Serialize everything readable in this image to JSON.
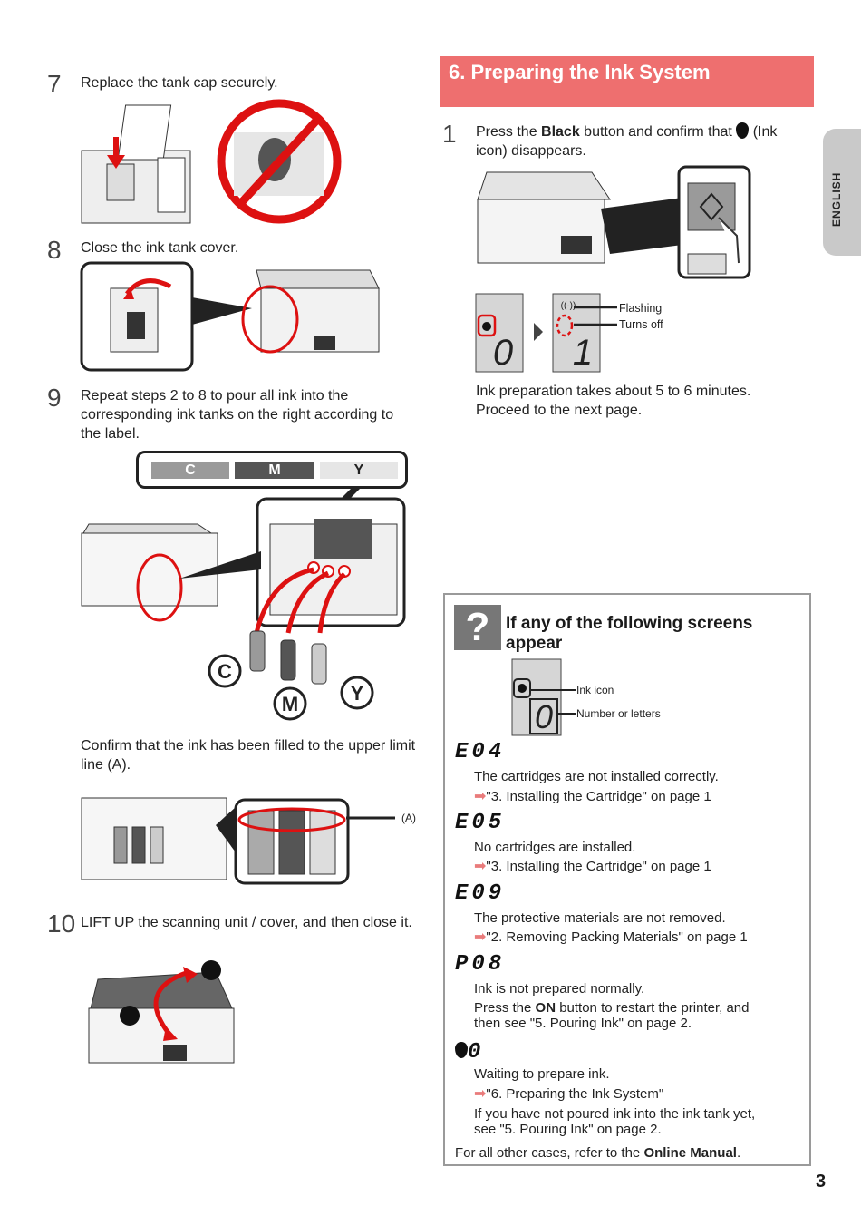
{
  "steps_left": {
    "s7": {
      "num": "7",
      "text": "Replace the tank cap securely."
    },
    "s8": {
      "num": "8",
      "text": "Close the ink tank cover."
    },
    "s9": {
      "num": "9",
      "text": "Repeat steps 2 to 8 to pour all ink into the corresponding ink tanks on the right according to the label."
    },
    "confirm": "Confirm that the ink has been filled to the upper limit line (A).",
    "s10": {
      "num": "10",
      "text": "LIFT UP the scanning unit / cover, and then close it."
    }
  },
  "ink_label": {
    "c": "C",
    "m": "M",
    "y": "Y"
  },
  "bottles": {
    "c": "C",
    "m": "M",
    "y": "Y"
  },
  "limit_label": "(A)",
  "section": {
    "title": "6. Preparing the Ink System",
    "step1": {
      "num": "1",
      "pre": "Press the ",
      "bold": "Black",
      "post": " button and confirm that ",
      "post2": " (Ink icon) disappears."
    },
    "flashing": "Flashing",
    "turns_off": "Turns off",
    "lcd_before": "0",
    "lcd_after": "1",
    "note1": "Ink preparation takes about 5 to 6 minutes.",
    "note2": "Proceed to the next page."
  },
  "side_tab": "ENGLISH",
  "help": {
    "title_line1": "If any of the following screens",
    "title_line2": "appear",
    "ink_icon_label": "Ink icon",
    "number_label": "Number or letters",
    "lcd_digit": "0",
    "codes": [
      {
        "code": "E04",
        "desc": "The cartridges are not installed correctly.",
        "ref": "\"3. Installing the Cartridge\" on page 1"
      },
      {
        "code": "E05",
        "desc": "No cartridges are installed.",
        "ref": "\"3. Installing the Cartridge\" on page 1"
      },
      {
        "code": "E09",
        "desc": "The protective materials are not removed.",
        "ref": "\"2. Removing Packing Materials\" on page 1"
      }
    ],
    "p08": {
      "code": "P08",
      "desc": "Ink is not prepared normally.",
      "line2_pre": "Press the ",
      "line2_bold": "ON",
      "line2_post": " button to restart the printer, and",
      "line3": "then see \"5. Pouring Ink\" on page 2."
    },
    "ink0": {
      "code": "0",
      "desc": "Waiting to prepare ink.",
      "ref": "\"6. Preparing the Ink System\"",
      "extra1": "If you have not poured ink into the ink tank yet,",
      "extra2": "see \"5. Pouring Ink\" on page 2."
    },
    "footer_pre": "For all other cases, refer to the ",
    "footer_bold": "Online Manual",
    "footer_post": "."
  },
  "page_number": "3"
}
